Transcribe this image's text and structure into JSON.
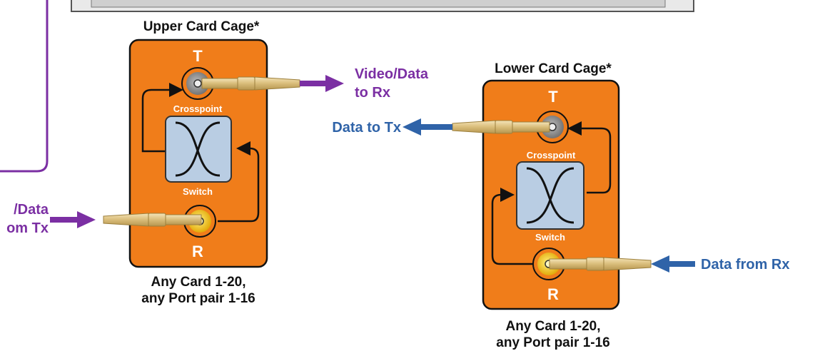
{
  "colors": {
    "card_orange": "#f07d1a",
    "card_border": "#111111",
    "switch_fill": "#b9cde3",
    "purple": "#7b2fa3",
    "blue": "#2f63a8",
    "connector": "#e0c68a"
  },
  "upper_cage": {
    "title": "Upper Card Cage*",
    "port_t": "T",
    "port_r": "R",
    "crosspoint_label": "Crosspoint",
    "switch_label": "Switch",
    "footer_line1": "Any Card 1-20,",
    "footer_line2": "any Port pair 1-16",
    "out_label_line1": "Video/Data",
    "out_label_line2": "to Rx",
    "in_label_line1": "/Data",
    "in_label_line2": "om Tx"
  },
  "lower_cage": {
    "title": "Lower Card Cage*",
    "port_t": "T",
    "port_r": "R",
    "crosspoint_label": "Crosspoint",
    "switch_label": "Switch",
    "footer_line1": "Any Card 1-20,",
    "footer_line2": "any Port pair 1-16",
    "out_label": "Data to Tx",
    "in_label": "Data from Rx"
  },
  "icons": {
    "switch": "crosspoint-switch-icon",
    "t_port": "transmit-port-icon",
    "r_port": "receive-port-icon",
    "connector": "fiber-connector-icon"
  }
}
